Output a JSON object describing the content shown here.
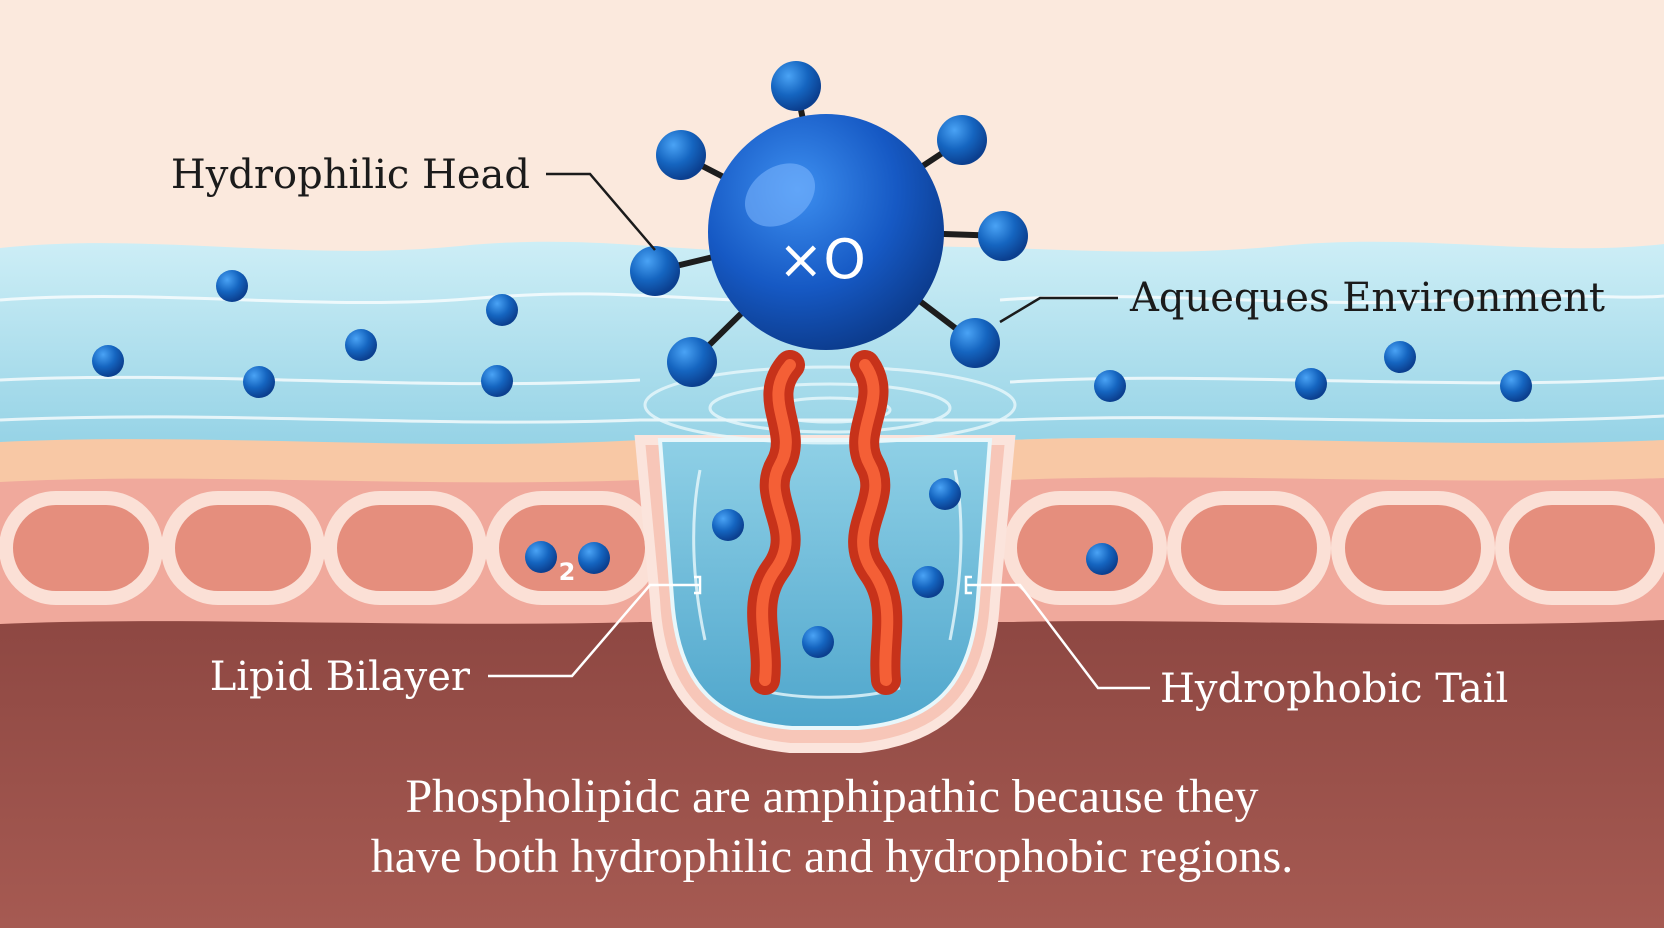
{
  "labels": {
    "head": "Hydrophilic Head",
    "environment": "Aqueques Environment",
    "bilayer": "Lipid Bilayer",
    "tail": "Hydrophobic Tail"
  },
  "head_mark": "×O",
  "o2_subscript": "2",
  "caption": {
    "line1": "Phospholipidc are amphipathic because they",
    "line2": "have both hydrophilic and hydrophobic regions."
  },
  "colors": {
    "background": "#fbe9dd",
    "water": "#a8dcea",
    "water_light": "#c9ebf3",
    "molecule_blue": "#1565c0",
    "molecule_blue_light": "#2f8fe8",
    "tail_red": "#e0401f",
    "tail_red_light": "#ff7a4d",
    "bilayer_pink": "#f3b2a4",
    "bilayer_cell": "#e7907f",
    "tissue": "#9c544d",
    "text_dark": "#1b1b1b",
    "text_light": "#ffffff"
  }
}
